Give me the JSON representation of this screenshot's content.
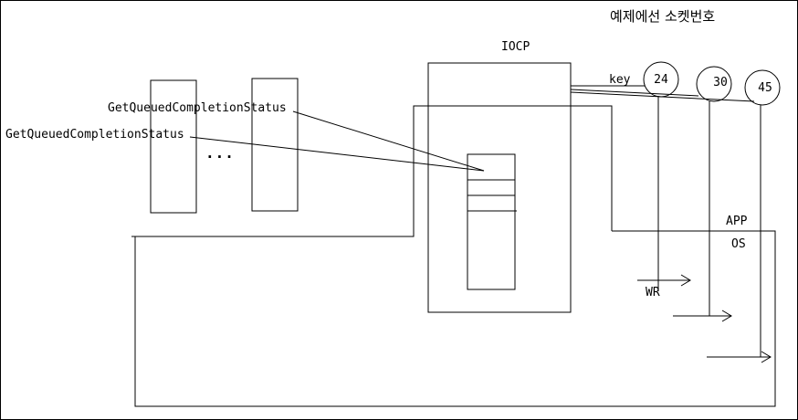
{
  "labels": {
    "gqcs_1": "GetQueuedCompletionStatus",
    "gqcs_2": "GetQueuedCompletionStatus",
    "ellipsis": "...",
    "iocp": "IOCP",
    "key": "key",
    "socket_note": "예제에선 소켓번호",
    "app": "APP",
    "os": "OS",
    "wr": "WR"
  },
  "sockets": [
    "24",
    "30",
    "45"
  ],
  "colors": {
    "stroke": "#000000",
    "background": "#ffffff"
  }
}
